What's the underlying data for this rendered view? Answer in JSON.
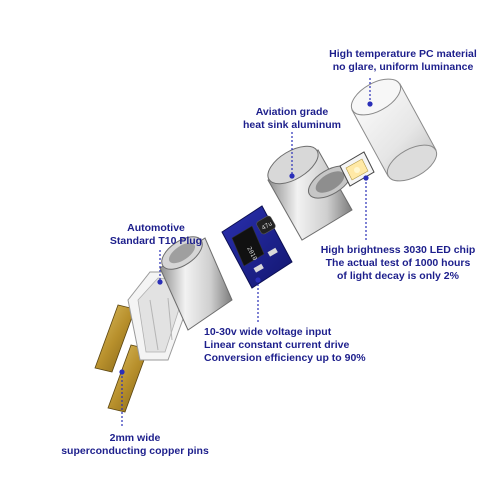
{
  "colors": {
    "label_text": "#1d1f8c",
    "leader_line": "#2a2fb8",
    "pcb": "#1b1f8f",
    "aluminum": "#c9c9c9",
    "copper": "#b58f2a",
    "lens": "#ececec"
  },
  "callouts": {
    "pc_material": {
      "line1": "High temperature PC material",
      "line2": "no glare, uniform luminance"
    },
    "heat_sink": {
      "line1": "Aviation grade",
      "line2": "heat sink aluminum"
    },
    "t10_plug": {
      "line1": "Automotive",
      "line2": "Standard T10 Plug"
    },
    "led_chip": {
      "line1": "High brightness 3030 LED chip",
      "line2": "The actual test of 1000 hours",
      "line3": "of light decay is only 2%"
    },
    "voltage": {
      "line1": "10-30v wide voltage input",
      "line2": "Linear constant current drive",
      "line3": "Conversion efficiency up to 90%"
    },
    "pins": {
      "line1": "2mm wide",
      "line2": "superconducting copper pins"
    }
  },
  "components": {
    "chip_marking": "2010",
    "capacitor_marking": "47u"
  }
}
